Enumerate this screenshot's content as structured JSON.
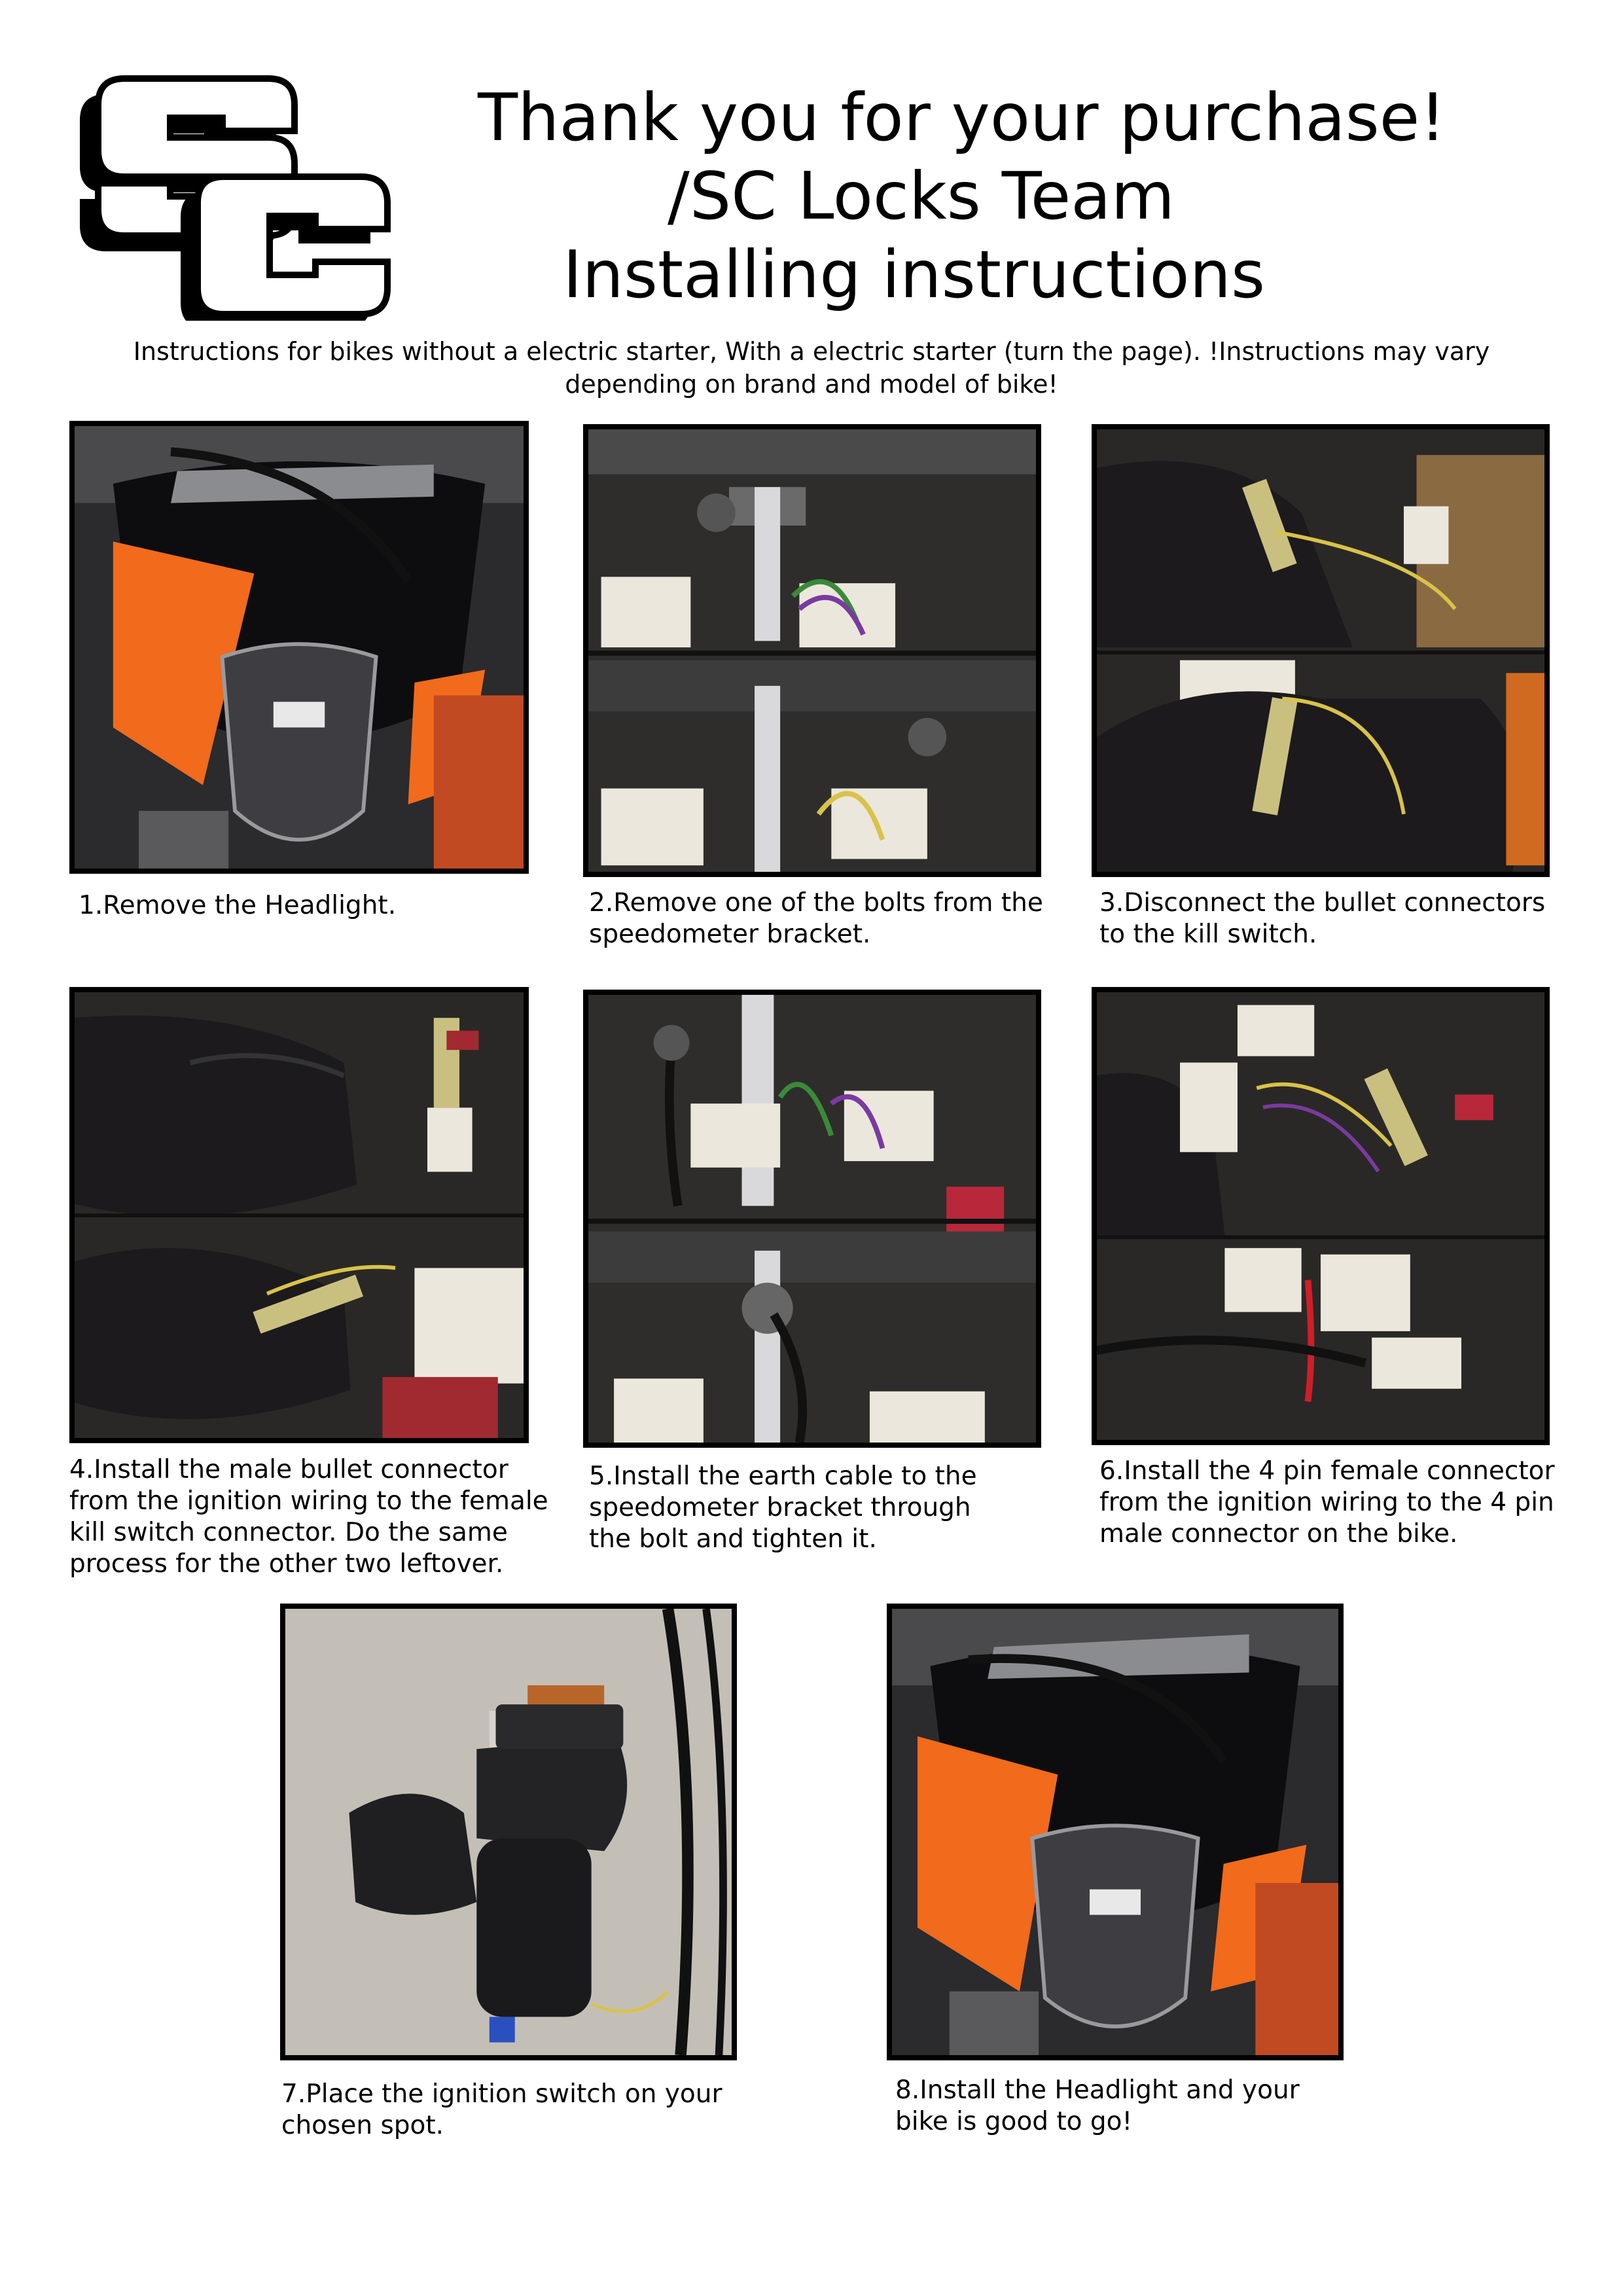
{
  "header": {
    "title_line1": "Thank you for your purchase!",
    "title_line2": "/SC Locks Team",
    "title_line3": "Installing instructions",
    "logo_text": "SC",
    "intro": "Instructions for bikes without a electric starter, With a electric starter (turn the page). !Instructions may vary depending on brand and model of bike!"
  },
  "steps": [
    {
      "number": "1",
      "text": ".Remove the Headlight.",
      "photo": "headlight-removed-photo"
    },
    {
      "number": "2",
      "text": ".Remove one of the bolts from the speedometer bracket.",
      "photo": "speedometer-bracket-photo"
    },
    {
      "number": "3",
      "text": ".Disconnect the bullet connectors to the kill switch.",
      "photo": "bullet-connectors-photo"
    },
    {
      "number": "4",
      "text": ".Install the male bullet connector from the ignition wiring to the female kill switch connector. Do the same process for the other two leftover.",
      "photo": "male-bullet-connector-photo"
    },
    {
      "number": "5",
      "text": ".Install the earth cable to the speedometer bracket through the bolt and tighten it.",
      "photo": "earth-cable-photo"
    },
    {
      "number": "6",
      "text": ".Install the 4 pin female connector from the ignition wiring to the 4 pin male connector on the bike.",
      "photo": "four-pin-connector-photo"
    },
    {
      "number": "7",
      "text": ".Place the ignition switch on your chosen spot.",
      "photo": "ignition-switch-photo"
    },
    {
      "number": "8",
      "text": ".Install the Headlight and your bike is good to go!",
      "photo": "headlight-installed-photo"
    }
  ],
  "colors": {
    "frame": "#000000",
    "orange": "#f26a1b",
    "glove": "#1c1a1d",
    "wire_yellow": "#d9c24a",
    "connector_white": "#ece7dc"
  }
}
